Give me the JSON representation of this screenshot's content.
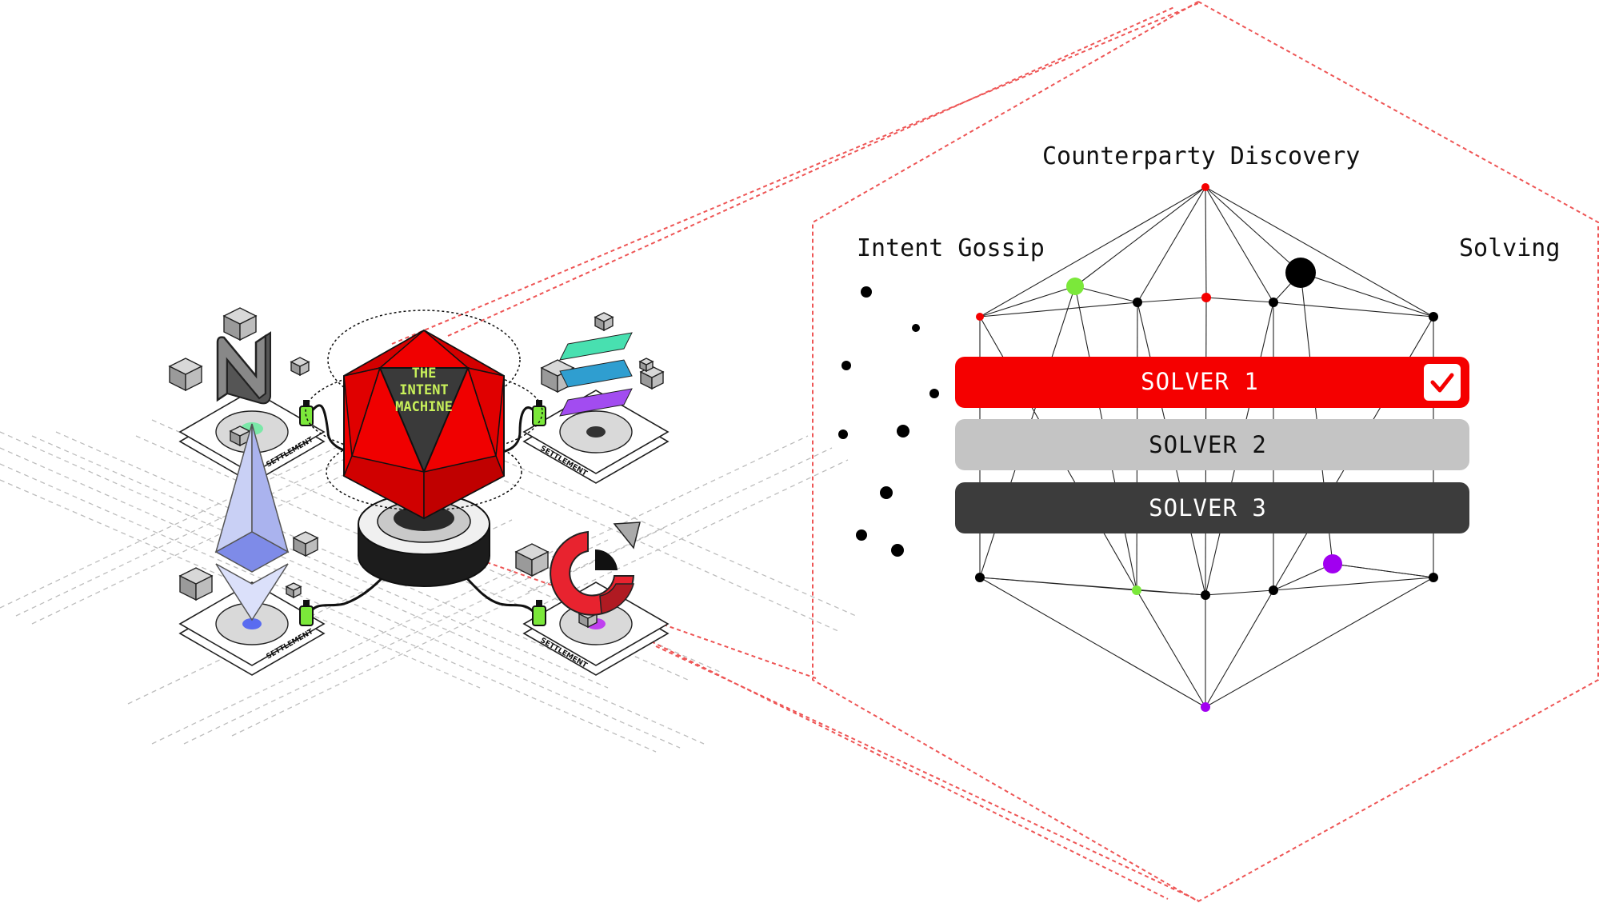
{
  "labels": {
    "counterparty": "Counterparty Discovery",
    "gossip": "Intent Gossip",
    "solving": "Solving"
  },
  "machine": {
    "line1": "THE",
    "line2": "INTENT",
    "line3": "MACHINE"
  },
  "settlement": "SETTLEMENT",
  "solvers": [
    {
      "label": "SOLVER 1",
      "selected": true
    },
    {
      "label": "SOLVER 2",
      "selected": false
    },
    {
      "label": "SOLVER 3",
      "selected": false
    }
  ],
  "colors": {
    "accent_red": "#f50000",
    "solver2_gray": "#c4c4c4",
    "solver3_dark": "#3c3c3c",
    "machine_text": "#c8f05a",
    "dash_red": "#ee5555",
    "node_green": "#7be83a",
    "node_purple": "#a100f0"
  },
  "icons": {
    "check": "check-icon",
    "near": "near-logo-icon",
    "ethereum": "ethereum-logo-icon",
    "solana": "solana-logo-icon",
    "osmosis": "red-ring-logo-icon"
  }
}
